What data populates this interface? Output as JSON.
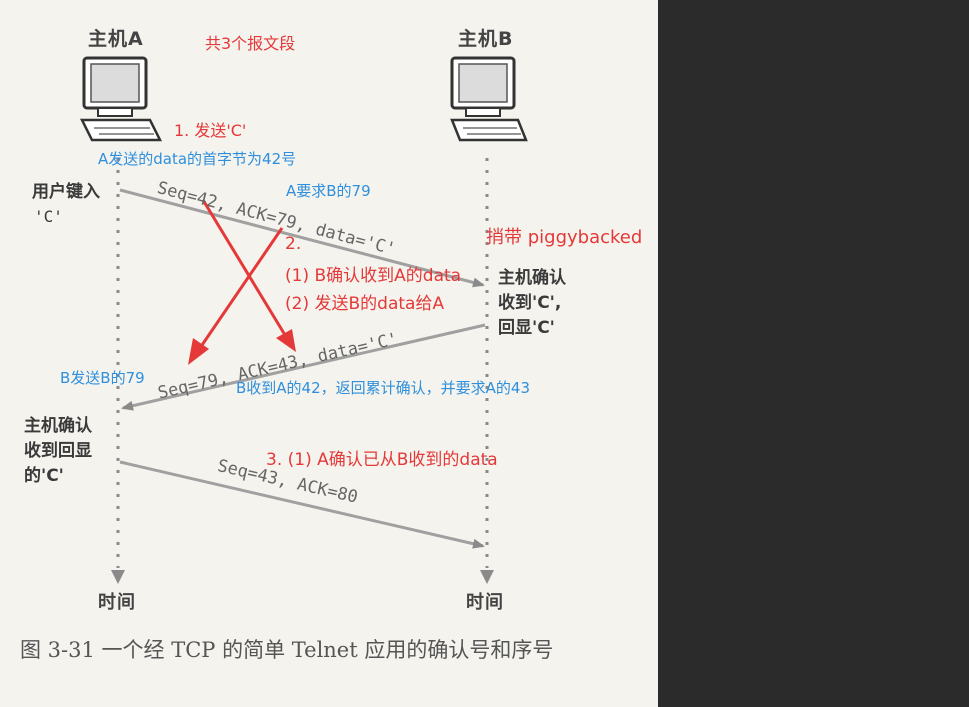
{
  "hosts": {
    "host_a": "主机A",
    "host_b": "主机B"
  },
  "left_notes": {
    "user_keys_line1": "用户键入",
    "user_keys_line2": "'C'",
    "host_ack_line1": "主机确认",
    "host_ack_line2": "收到回显",
    "host_ack_line3": "的'C'"
  },
  "right_notes": {
    "line1": "主机确认",
    "line2": "收到'C',",
    "line3": "回显'C'"
  },
  "segments": {
    "seg1": "Seq=42, ACK=79, data='C'",
    "seg2": "Seq=79, ACK=43, data='C'",
    "seg3": "Seq=43, ACK=80"
  },
  "time_labels": {
    "left": "时间",
    "right": "时间"
  },
  "caption": "图 3-31   一个经 TCP 的简单 Telnet 应用的确认号和序号",
  "annotations": {
    "total_segments": "共3个报文段",
    "step1": "1. 发送'C'",
    "a_first_byte": "A发送的data的首字节为42号",
    "a_requests": "A要求B的79",
    "step2": "2.",
    "step2_1": "(1) B确认收到A的data",
    "step2_2": "(2) 发送B的data给A",
    "piggyback": "捎带 piggybacked",
    "b_sends": "B发送B的79",
    "b_received": "B收到A的42，返回累计确认，并要求A的43",
    "step3": "3.  (1) A确认已从B收到的data"
  },
  "colors": {
    "annotation_red": "#e53838",
    "annotation_blue": "#2f8fdc",
    "figure_gray": "#7a7a7a",
    "background": "#f4f3ee",
    "right_panel": "#2b2b2b"
  },
  "icons": {
    "host_a": "computer-icon",
    "host_b": "computer-icon"
  }
}
